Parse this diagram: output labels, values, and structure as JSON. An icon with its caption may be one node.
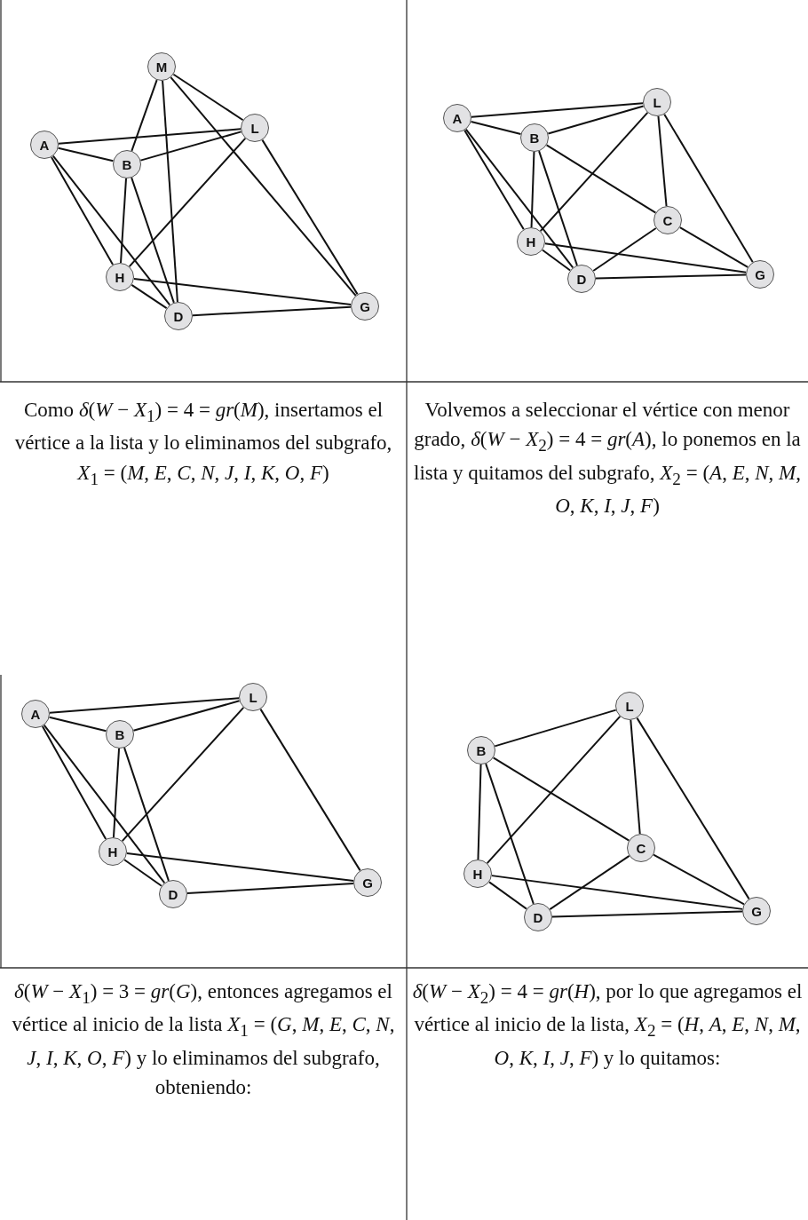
{
  "diagram": {
    "nodes": [
      {
        "text": [
          "M"
        ]
      },
      {
        "text": [
          "L"
        ]
      },
      {
        "text": [
          "A"
        ]
      },
      {
        "text": [
          "B"
        ]
      },
      {
        "text": [
          "H"
        ]
      },
      {
        "text": [
          "G"
        ]
      },
      {
        "text": [
          "D"
        ]
      },
      {
        "text": [
          "L"
        ]
      },
      {
        "text": [
          "A"
        ]
      },
      {
        "text": [
          "B"
        ]
      },
      {
        "text": [
          "C"
        ]
      },
      {
        "text": [
          "H"
        ]
      },
      {
        "text": [
          "G"
        ]
      },
      {
        "text": [
          "D"
        ]
      },
      {
        "text": [
          "L"
        ]
      },
      {
        "text": [
          "A"
        ]
      },
      {
        "text": [
          "B"
        ]
      },
      {
        "text": [
          "H"
        ]
      },
      {
        "text": [
          "G"
        ]
      },
      {
        "text": [
          "D"
        ]
      },
      {
        "text": [
          "L"
        ]
      },
      {
        "text": [
          "B"
        ]
      },
      {
        "text": [
          "C"
        ]
      },
      {
        "text": [
          "H"
        ]
      },
      {
        "text": [
          "G"
        ]
      },
      {
        "text": [
          "D"
        ]
      }
    ],
    "edges": [
      {
        "from": 0,
        "to": 3,
        "arrow": "none"
      },
      {
        "from": 0,
        "to": 6,
        "arrow": "none"
      },
      {
        "from": 0,
        "to": 5,
        "arrow": "none"
      },
      {
        "from": 0,
        "to": 1,
        "arrow": "none"
      },
      {
        "from": 2,
        "to": 1,
        "arrow": "none"
      },
      {
        "from": 2,
        "to": 3,
        "arrow": "none"
      },
      {
        "from": 3,
        "to": 1,
        "arrow": "none"
      },
      {
        "from": 2,
        "to": 4,
        "arrow": "none"
      },
      {
        "from": 2,
        "to": 6,
        "arrow": "none"
      },
      {
        "from": 3,
        "to": 4,
        "arrow": "none"
      },
      {
        "from": 3,
        "to": 6,
        "arrow": "none"
      },
      {
        "from": 1,
        "to": 4,
        "arrow": "none"
      },
      {
        "from": 1,
        "to": 5,
        "arrow": "none"
      },
      {
        "from": 4,
        "to": 6,
        "arrow": "none"
      },
      {
        "from": 4,
        "to": 5,
        "arrow": "none"
      },
      {
        "from": 6,
        "to": 5,
        "arrow": "none"
      },
      {
        "from": 8,
        "to": 7,
        "arrow": "none"
      },
      {
        "from": 8,
        "to": 9,
        "arrow": "none"
      },
      {
        "from": 9,
        "to": 7,
        "arrow": "none"
      },
      {
        "from": 8,
        "to": 11,
        "arrow": "none"
      },
      {
        "from": 8,
        "to": 13,
        "arrow": "none"
      },
      {
        "from": 9,
        "to": 11,
        "arrow": "none"
      },
      {
        "from": 9,
        "to": 13,
        "arrow": "none"
      },
      {
        "from": 9,
        "to": 10,
        "arrow": "none"
      },
      {
        "from": 7,
        "to": 11,
        "arrow": "none"
      },
      {
        "from": 7,
        "to": 10,
        "arrow": "none"
      },
      {
        "from": 7,
        "to": 12,
        "arrow": "none"
      },
      {
        "from": 10,
        "to": 13,
        "arrow": "none"
      },
      {
        "from": 10,
        "to": 12,
        "arrow": "none"
      },
      {
        "from": 11,
        "to": 13,
        "arrow": "none"
      },
      {
        "from": 11,
        "to": 12,
        "arrow": "none"
      },
      {
        "from": 13,
        "to": 12,
        "arrow": "none"
      },
      {
        "from": 15,
        "to": 14,
        "arrow": "none"
      },
      {
        "from": 15,
        "to": 16,
        "arrow": "none"
      },
      {
        "from": 16,
        "to": 14,
        "arrow": "none"
      },
      {
        "from": 15,
        "to": 17,
        "arrow": "none"
      },
      {
        "from": 15,
        "to": 19,
        "arrow": "none"
      },
      {
        "from": 16,
        "to": 17,
        "arrow": "none"
      },
      {
        "from": 16,
        "to": 19,
        "arrow": "none"
      },
      {
        "from": 14,
        "to": 17,
        "arrow": "none"
      },
      {
        "from": 14,
        "to": 18,
        "arrow": "none"
      },
      {
        "from": 17,
        "to": 19,
        "arrow": "none"
      },
      {
        "from": 17,
        "to": 18,
        "arrow": "none"
      },
      {
        "from": 19,
        "to": 18,
        "arrow": "none"
      },
      {
        "from": 21,
        "to": 20,
        "arrow": "none"
      },
      {
        "from": 21,
        "to": 22,
        "arrow": "none"
      },
      {
        "from": 21,
        "to": 23,
        "arrow": "none"
      },
      {
        "from": 21,
        "to": 25,
        "arrow": "none"
      },
      {
        "from": 20,
        "to": 23,
        "arrow": "none"
      },
      {
        "from": 20,
        "to": 22,
        "arrow": "none"
      },
      {
        "from": 20,
        "to": 24,
        "arrow": "none"
      },
      {
        "from": 22,
        "to": 25,
        "arrow": "none"
      },
      {
        "from": 22,
        "to": 24,
        "arrow": "none"
      },
      {
        "from": 23,
        "to": 25,
        "arrow": "none"
      },
      {
        "from": 23,
        "to": 24,
        "arrow": "none"
      },
      {
        "from": 25,
        "to": 24,
        "arrow": "none"
      }
    ],
    "labels": [
      "Como *δ*(*W* − *X*$_{1}$) = 4 = *gr*(*M*), insertamos el vértice a la lista y lo eliminamos del subgrafo, *X*$_{1}$ = (*M*, *E*, *C*, *N*, *J*, *I*, *K*, *O*, *F*)",
      "Volvemos a seleccionar el vértice con menor grado, *δ*(*W* − *X*$_{2}$) = 4 = *gr*(*A*), lo ponemos en la lista y quitamos del subgrafo, *X*$_{2}$ = (*A*, *E*, *N*, *M*, *O*, *K*, *I*, *J*, *F*)",
      "*δ*(*W* − *X*$_{1}$) = 3 = *gr*(*G*), entonces agregamos el vértice al inicio de la lista *X*$_{1}$ = (*G*, *M*, *E*, *C*, *N*, *J*, *I*, *K*, *O*, *F*) y lo eliminamos del subgrafo, obteniendo:",
      "*δ*(*W* − *X*$_{2}$) = 4 = *gr*(*H*), por lo que agregamos el vértice al inicio de la lista, *X*$_{2}$ = (*H*, *A*, *E*, *N*, *M*, *O*, *K*, *I*, *J*, *F*) y lo quitamos:"
    ]
  }
}
